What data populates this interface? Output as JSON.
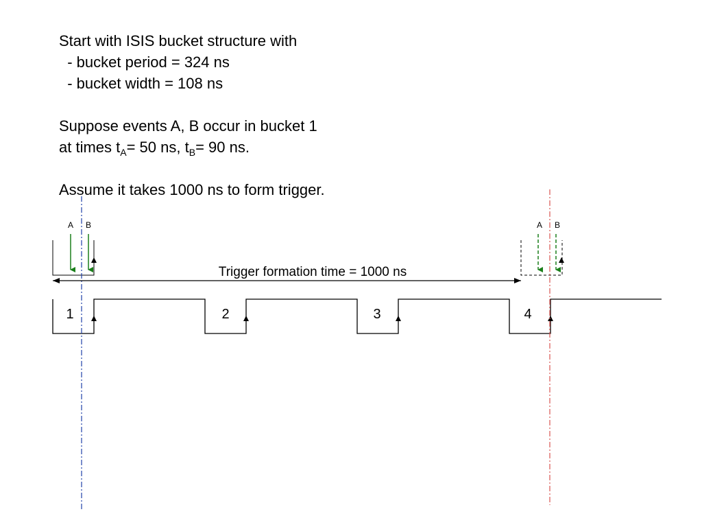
{
  "intro": {
    "line1": "Start with ISIS bucket structure with",
    "line2": "  - bucket period = 324 ns",
    "line3": "  - bucket width = 108 ns"
  },
  "events": {
    "line1": "Suppose events A, B occur in bucket 1",
    "line2_prefix": "at times t",
    "sub_a": "A",
    "mid_a": "= 50 ns, t",
    "sub_b": "B",
    "mid_b": "= 90 ns."
  },
  "assume": "Assume it takes 1000 ns to form trigger.",
  "diagram": {
    "event_a_label": "A",
    "event_b_label": "B",
    "event_a_label_delayed": "A",
    "event_b_label_delayed": "B",
    "trigger_label": "Trigger formation time = 1000 ns",
    "buckets": [
      "1",
      "2",
      "3",
      "4"
    ]
  },
  "colors": {
    "event_arrow": "#1a7f1a",
    "line_blue": "#1f3fa8",
    "line_red": "#d9534f",
    "wave": "#000000"
  }
}
